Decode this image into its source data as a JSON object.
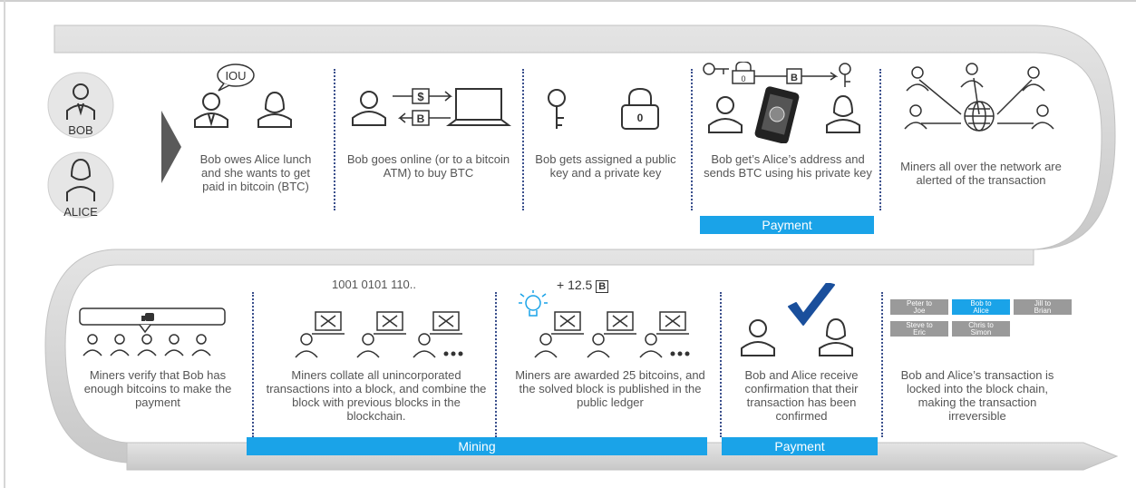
{
  "actors": {
    "bob": "BOB",
    "alice": "ALICE"
  },
  "row1": [
    {
      "caption": "Bob owes Alice lunch and she wants to get paid in bitcoin (BTC)",
      "bubble": "IOU"
    },
    {
      "caption": "Bob goes online (or to a bitcoin ATM) to buy BTC",
      "dollar": "$",
      "btc": "B"
    },
    {
      "caption": "Bob gets assigned a public key and a private key",
      "lock_digit": "0"
    },
    {
      "caption": "Bob get’s Alice’s address and sends BTC using his private key",
      "lock_digit": "0",
      "btc": "B"
    },
    {
      "caption": "Miners all over the network are alerted of the transaction"
    }
  ],
  "row2": [
    {
      "caption": "Miners verify that Bob has enough bitcoins to make the payment"
    },
    {
      "caption": "Miners collate all unincorporated transactions into a block, and combine the block with previous blocks in the blockchain.",
      "binary": "1001 0101 110.."
    },
    {
      "caption": "Miners are awarded 25 bitcoins, and the solved block is published in the public ledger",
      "reward": "+ 12.5",
      "btc": "B"
    },
    {
      "caption": "Bob and Alice receive confirmation that their transaction has been confirmed"
    },
    {
      "caption": "Bob and Alice’s transaction is locked into the block chain, making the transaction irreversible",
      "blocks": [
        {
          "line1": "Peter to",
          "line2": "Joe",
          "highlight": false
        },
        {
          "line1": "Bob to",
          "line2": "Alice",
          "highlight": true
        },
        {
          "line1": "Jill to",
          "line2": "Brian",
          "highlight": false
        },
        {
          "line1": "Steve to",
          "line2": "Eric",
          "highlight": false
        },
        {
          "line1": "Chris to",
          "line2": "Simon",
          "highlight": false
        }
      ]
    }
  ],
  "phase_bars": {
    "payment_top": "Payment",
    "mining": "Mining",
    "payment_bottom": "Payment"
  },
  "colors": {
    "accent": "#1aa3e8",
    "track": "#d0d0d0",
    "divider": "#3a4f8c",
    "icon": "#333333"
  }
}
